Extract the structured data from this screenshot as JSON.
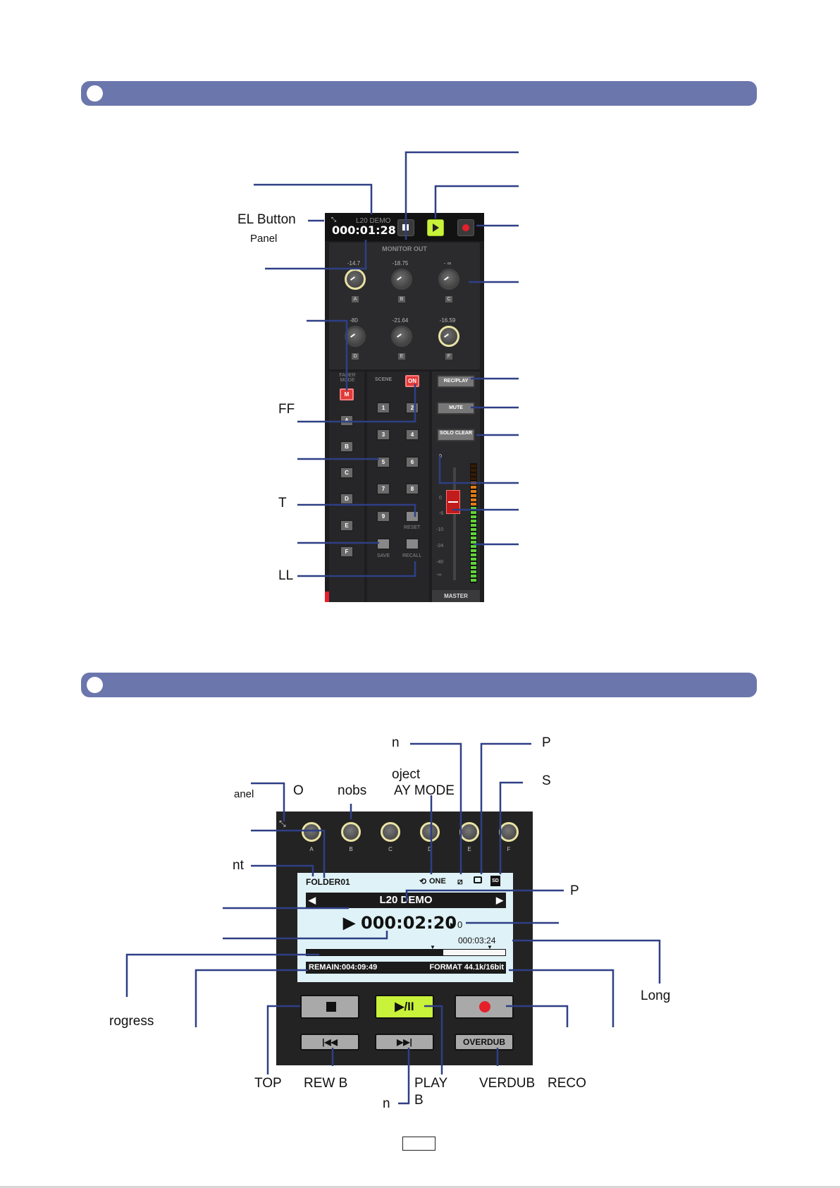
{
  "page": {
    "page_number_box": ""
  },
  "section_bars": [
    {
      "label": ""
    },
    {
      "label": ""
    }
  ],
  "mixer_callouts": [
    {
      "text": "EL Button"
    },
    {
      "text": "Panel"
    },
    {
      "text": "FF"
    },
    {
      "text": "T"
    },
    {
      "text": "LL"
    }
  ],
  "mixer_screen": {
    "project_name": "L20 DEMO",
    "time": "000:01:28",
    "monitor_title": "MONITOR OUT",
    "knobs_row1": [
      {
        "value": "-14.7",
        "label": "A"
      },
      {
        "value": "-18.75",
        "label": "B"
      },
      {
        "value": "- ∞",
        "label": "C"
      }
    ],
    "knobs_row2": [
      {
        "value": "-80",
        "label": "D"
      },
      {
        "value": "-21.64",
        "label": "E"
      },
      {
        "value": "-16.59",
        "label": "F"
      }
    ],
    "fader_mode_label": "FADER MODE",
    "fader_mode_buttons": [
      "M",
      "A",
      "B",
      "C",
      "D",
      "E",
      "F"
    ],
    "scene_label": "SCENE",
    "scene_on": "ON",
    "scene_buttons": [
      "1",
      "2",
      "3",
      "4",
      "5",
      "6",
      "7",
      "8",
      "9"
    ],
    "reset_label": "RESET",
    "save_label": "SAVE",
    "recall_label": "RECALL",
    "rec_play_label": "REC/PLAY",
    "mute_label": "MUTE",
    "solo_clear_label": "SOLO CLEAR",
    "master_zero": "0",
    "meter_scale": [
      "0",
      "-6",
      "-10",
      "-24",
      "-40",
      "-∞"
    ],
    "master_label": "MASTER"
  },
  "recorder_callouts": [
    {
      "text": "n"
    },
    {
      "text": "P"
    },
    {
      "text": "oject"
    },
    {
      "text": "AY MODE"
    },
    {
      "text": "S"
    },
    {
      "text": "anel"
    },
    {
      "text": "O"
    },
    {
      "text": "nobs"
    },
    {
      "text": "nt"
    },
    {
      "text": "P"
    },
    {
      "text": "rogress"
    },
    {
      "text": "Long"
    },
    {
      "text": "TOP"
    },
    {
      "text": "REW B"
    },
    {
      "text": "PLAY"
    },
    {
      "text": "B"
    },
    {
      "text": "VERDUB"
    },
    {
      "text": "RECO"
    },
    {
      "text": "n"
    }
  ],
  "recorder_screen": {
    "knob_labels": [
      "A",
      "B",
      "C",
      "D",
      "E",
      "F"
    ],
    "folder": "FOLDER01",
    "play_mode": "ONE",
    "sd_label": "SD",
    "project_name": "L20 DEMO",
    "time": "000:02:20",
    "marker": "0",
    "length": "000:03:24",
    "remain": "REMAIN:004:09:49",
    "format": "FORMAT 44.1k/16bit",
    "play_button": "▶/II",
    "overdub_button": "OVERDUB"
  },
  "colors": {
    "section_bar": "#6b76ad",
    "callout_line": "#2e3f86",
    "play_green": "#c9f23a",
    "record_red": "#e5202a"
  }
}
